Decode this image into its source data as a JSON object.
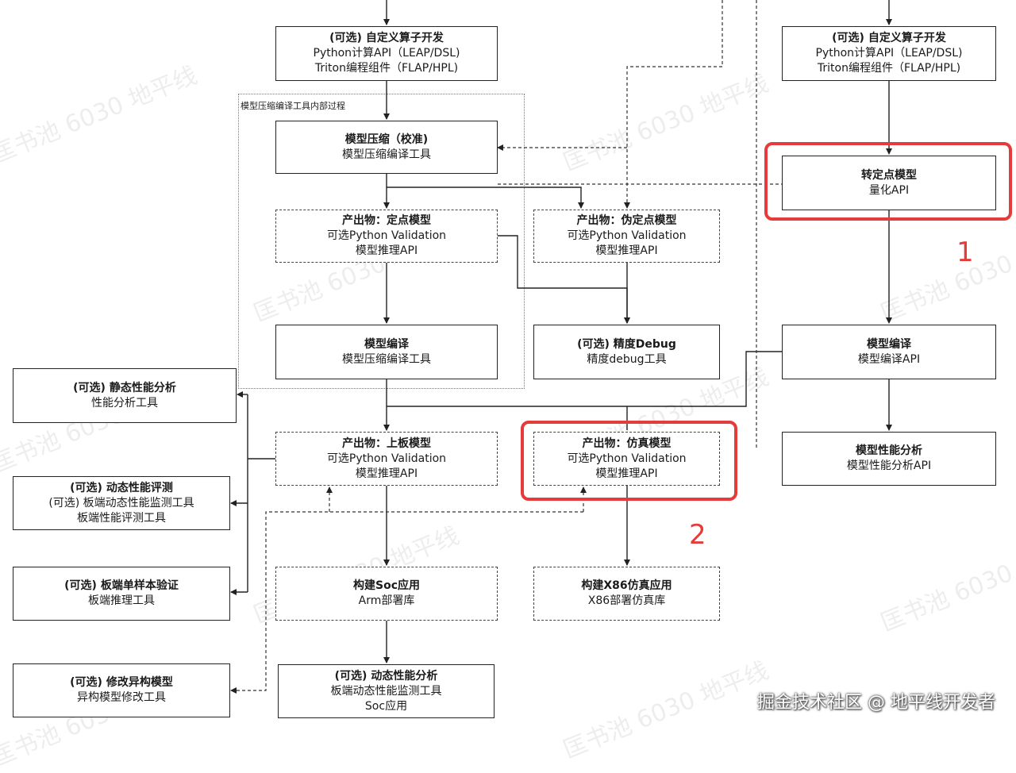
{
  "watermark": "匡书池 6030 地平线",
  "credit": "掘金技术社区 @ 地平线开发者",
  "group_label": "模型压缩编译工具内部过程",
  "highlight_labels": [
    "1",
    "2"
  ],
  "colors": {
    "highlight": "#e63b3b",
    "line": "#222222"
  },
  "boxes": {
    "custom_op_left": {
      "title": "(可选) 自定义算子开发",
      "lines": [
        "Python计算API（LEAP/DSL)",
        "Triton编程组件（FLAP/HPL)"
      ]
    },
    "custom_op_right": {
      "title": "(可选) 自定义算子开发",
      "lines": [
        "Python计算API（LEAP/DSL)",
        "Triton编程组件（FLAP/HPL)"
      ]
    },
    "compress": {
      "title": "模型压缩（校准)",
      "lines": [
        "模型压缩编译工具"
      ]
    },
    "fixed_point_out": {
      "title": "产出物：定点模型",
      "lines": [
        "可选Python Validation",
        "模型推理API"
      ]
    },
    "pseudo_fixed_out": {
      "title": "产出物：伪定点模型",
      "lines": [
        "可选Python Validation",
        "模型推理API"
      ]
    },
    "convert_fixed": {
      "title": "转定点模型",
      "lines": [
        "量化API"
      ]
    },
    "compile_left": {
      "title": "模型编译",
      "lines": [
        "模型压缩编译工具"
      ]
    },
    "precision_debug": {
      "title": "(可选) 精度Debug",
      "lines": [
        "精度debug工具"
      ]
    },
    "compile_right": {
      "title": "模型编译",
      "lines": [
        "模型编译API"
      ]
    },
    "static_perf": {
      "title": "(可选) 静态性能分析",
      "lines": [
        "性能分析工具"
      ]
    },
    "board_model_out": {
      "title": "产出物：上板模型",
      "lines": [
        "可选Python Validation",
        "模型推理API"
      ]
    },
    "sim_model_out": {
      "title": "产出物：仿真模型",
      "lines": [
        "可选Python Validation",
        "模型推理API"
      ]
    },
    "perf_analysis_right": {
      "title": "模型性能分析",
      "lines": [
        "模型性能分析API"
      ]
    },
    "dynamic_perf_eval": {
      "title": "(可选) 动态性能评测",
      "lines": [
        "(可选) 板端动态性能监测工具",
        "板端性能评测工具"
      ]
    },
    "board_single_verify": {
      "title": "(可选) 板端单样本验证",
      "lines": [
        "板端推理工具"
      ]
    },
    "build_soc": {
      "title": "构建Soc应用",
      "lines": [
        "Arm部署库"
      ]
    },
    "build_x86": {
      "title": "构建X86仿真应用",
      "lines": [
        "X86部署仿真库"
      ]
    },
    "modify_hetero": {
      "title": "(可选) 修改异构模型",
      "lines": [
        "异构模型修改工具"
      ]
    },
    "dynamic_perf_analysis": {
      "title": "(可选) 动态性能分析",
      "lines": [
        "板端动态性能监测工具",
        "Soc应用"
      ]
    }
  }
}
